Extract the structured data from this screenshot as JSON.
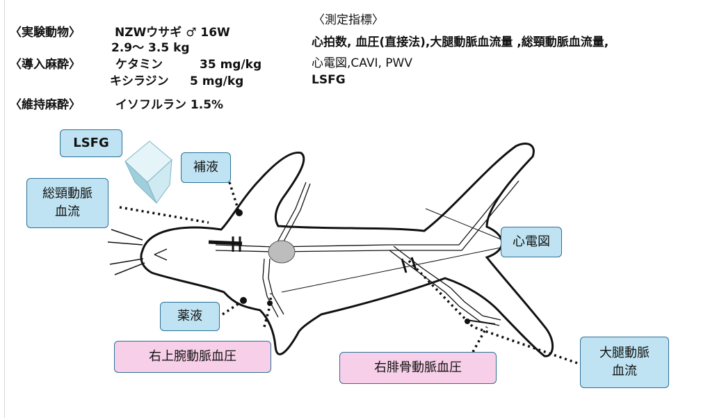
{
  "info": {
    "animal_label": "〈実験動物〉",
    "animal_value": "NZWウサギ ♂ 16W",
    "weight": "2.9～ 3.5 kg",
    "induction_label": "〈導入麻酔〉",
    "induction_drug1": "ケタミン",
    "induction_dose1": "35 mg/kg",
    "induction_drug2": "キシラジン",
    "induction_dose2": "5 mg/kg",
    "maintenance_label": "〈維持麻酔〉",
    "maintenance_value": "イソフルラン 1.5%"
  },
  "measures": {
    "title": "〈測定指標〉",
    "line1": "心拍数, 血圧(直接法),大腿動脈血流量 ,総頸動脈血流量,",
    "line2": "心電図,CAVI, PWV",
    "line3": "LSFG"
  },
  "labels": {
    "lsfg": "LSFG",
    "fluid": "補液",
    "carotid": "総頸動脈\n血流",
    "ecg": "心電図",
    "drug": "薬液",
    "right_brachial": "右上腕動脈血圧",
    "right_femoral_bp": "右腓骨動脈血圧",
    "femoral_flow": "大腿動脈\n血流"
  },
  "colors": {
    "label_blue": "#bfe3f2",
    "label_pink": "#f7cfe8",
    "border": "#2a6f97",
    "heart": "#bdbdbd",
    "device": "#cfeaf1"
  }
}
